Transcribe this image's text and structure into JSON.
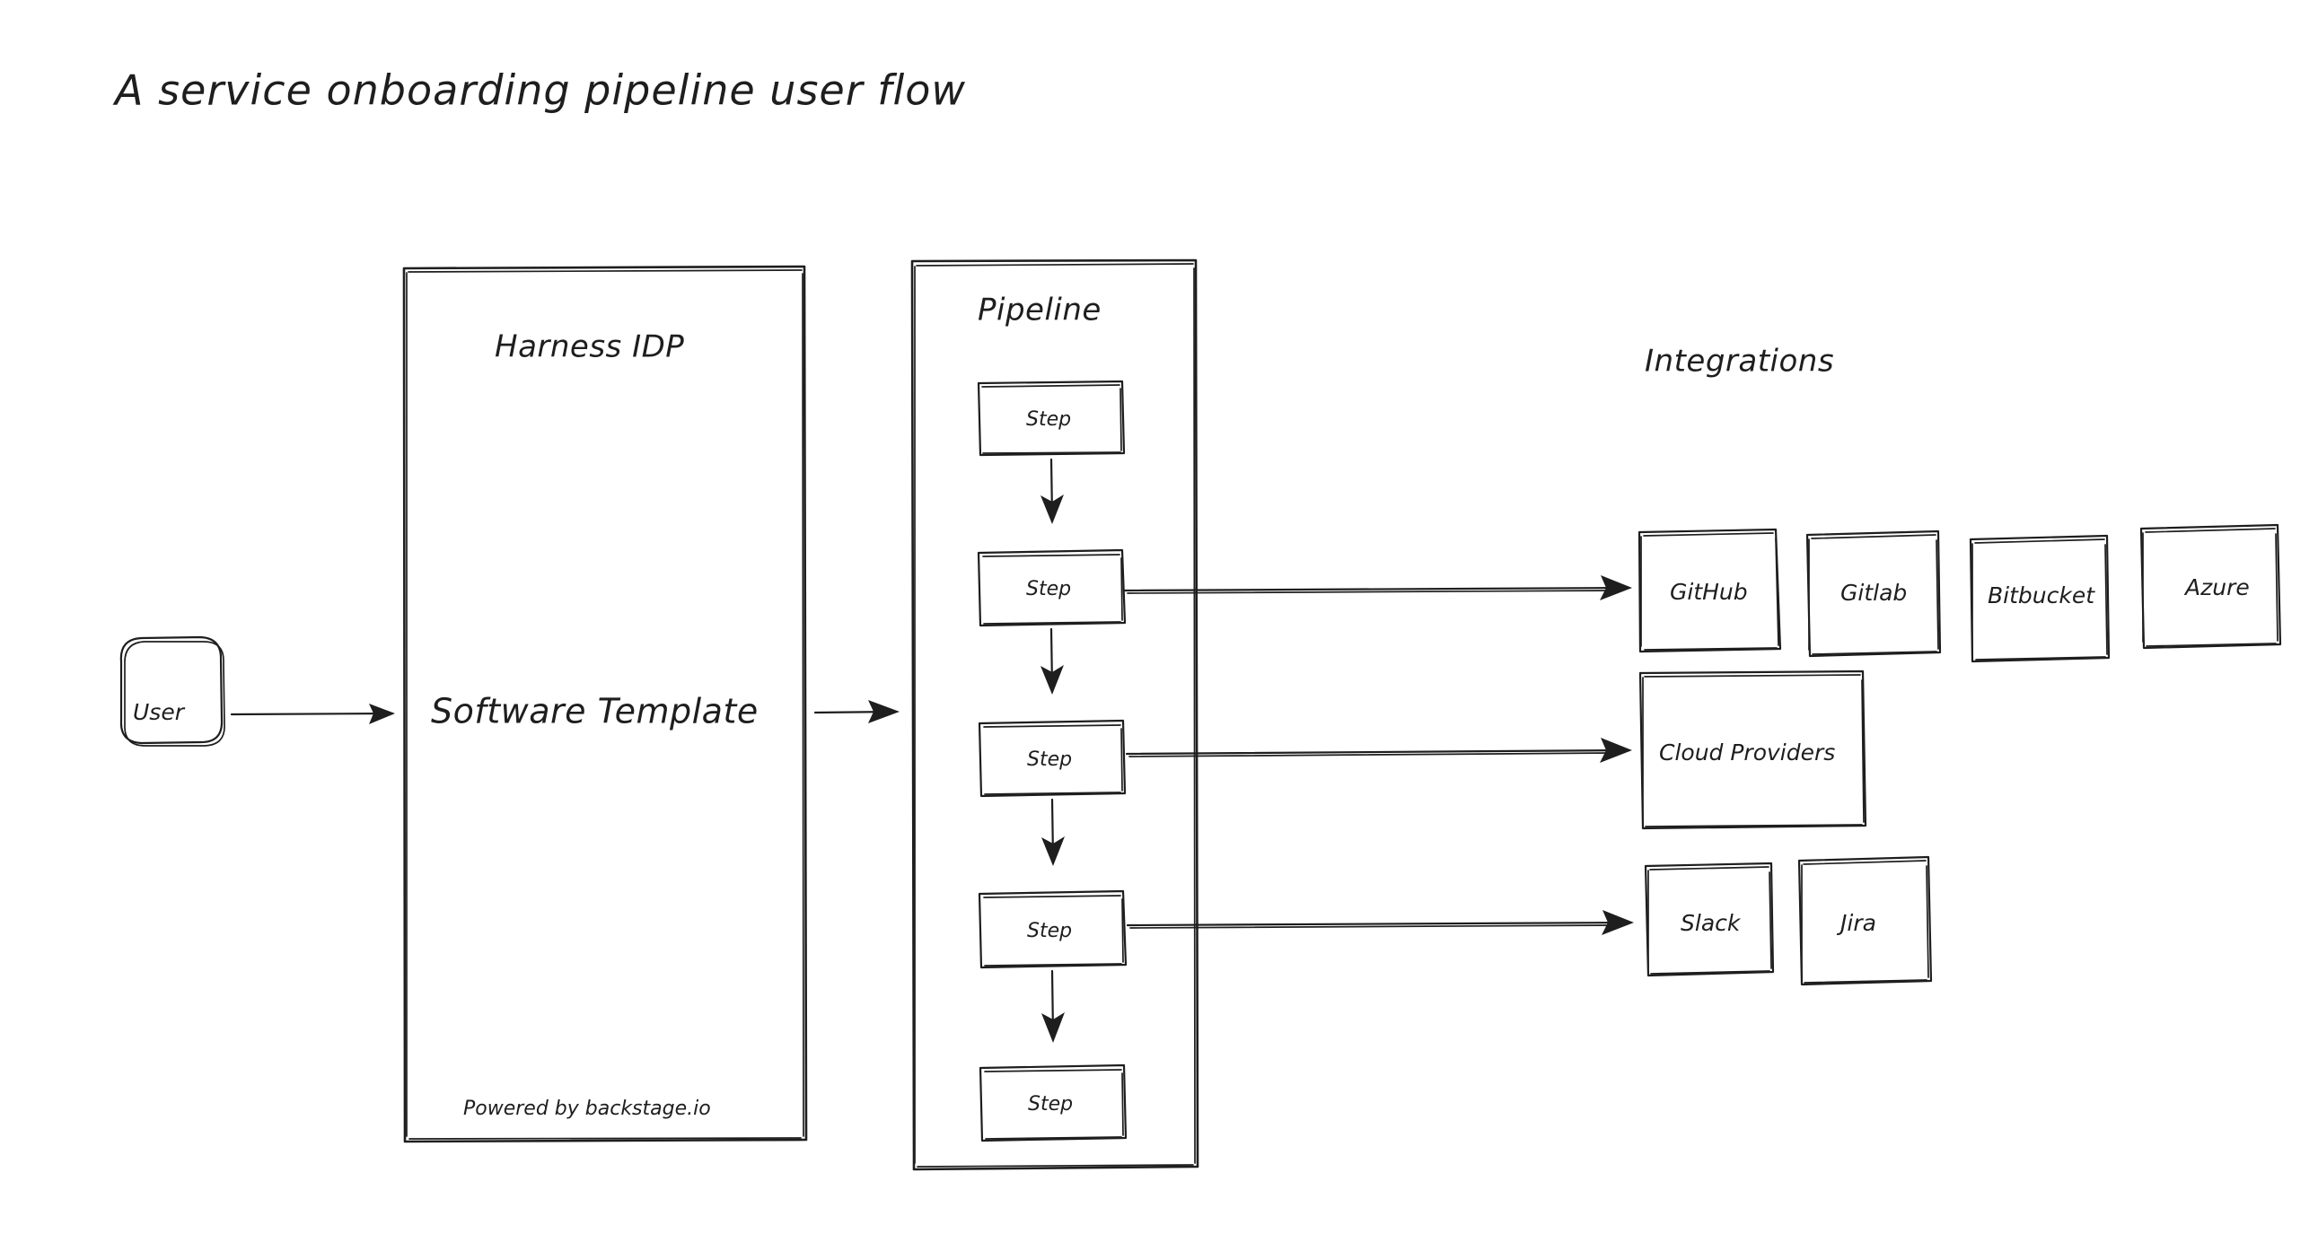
{
  "page": {
    "title": "A service onboarding pipeline user flow",
    "background_color": "#ffffff",
    "ink_color": "#1e1e1e",
    "style": "hand-drawn whiteboard sketch"
  },
  "nodes": {
    "user": {
      "label": "User"
    },
    "harness_idp": {
      "title": "Harness IDP",
      "center_label": "Software Template",
      "footer_label": "Powered by backstage.io"
    },
    "pipeline": {
      "title": "Pipeline",
      "steps": [
        {
          "label": "Step"
        },
        {
          "label": "Step"
        },
        {
          "label": "Step"
        },
        {
          "label": "Step"
        },
        {
          "label": "Step"
        }
      ]
    },
    "integrations": {
      "title": "Integrations",
      "row_scm": [
        {
          "label": "GitHub"
        },
        {
          "label": "Gitlab"
        },
        {
          "label": "Bitbucket"
        },
        {
          "label": "Azure"
        }
      ],
      "row_cloud": [
        {
          "label": "Cloud Providers"
        }
      ],
      "row_collab": [
        {
          "label": "Slack"
        },
        {
          "label": "Jira"
        }
      ]
    }
  },
  "connections": [
    {
      "name": "user-to-template",
      "from": "User",
      "to": "Software Template"
    },
    {
      "name": "template-to-pipeline",
      "from": "Software Template",
      "to": "Pipeline"
    },
    {
      "name": "step1-to-step2",
      "from": "Step 1",
      "to": "Step 2"
    },
    {
      "name": "step2-to-step3",
      "from": "Step 2",
      "to": "Step 3"
    },
    {
      "name": "step3-to-step4",
      "from": "Step 3",
      "to": "Step 4"
    },
    {
      "name": "step4-to-step5",
      "from": "Step 4",
      "to": "Step 5"
    },
    {
      "name": "step2-to-scm",
      "from": "Step 2",
      "to": "GitHub"
    },
    {
      "name": "step3-to-cloud",
      "from": "Step 3",
      "to": "Cloud Providers"
    },
    {
      "name": "step4-to-collab",
      "from": "Step 4",
      "to": "Slack"
    }
  ]
}
